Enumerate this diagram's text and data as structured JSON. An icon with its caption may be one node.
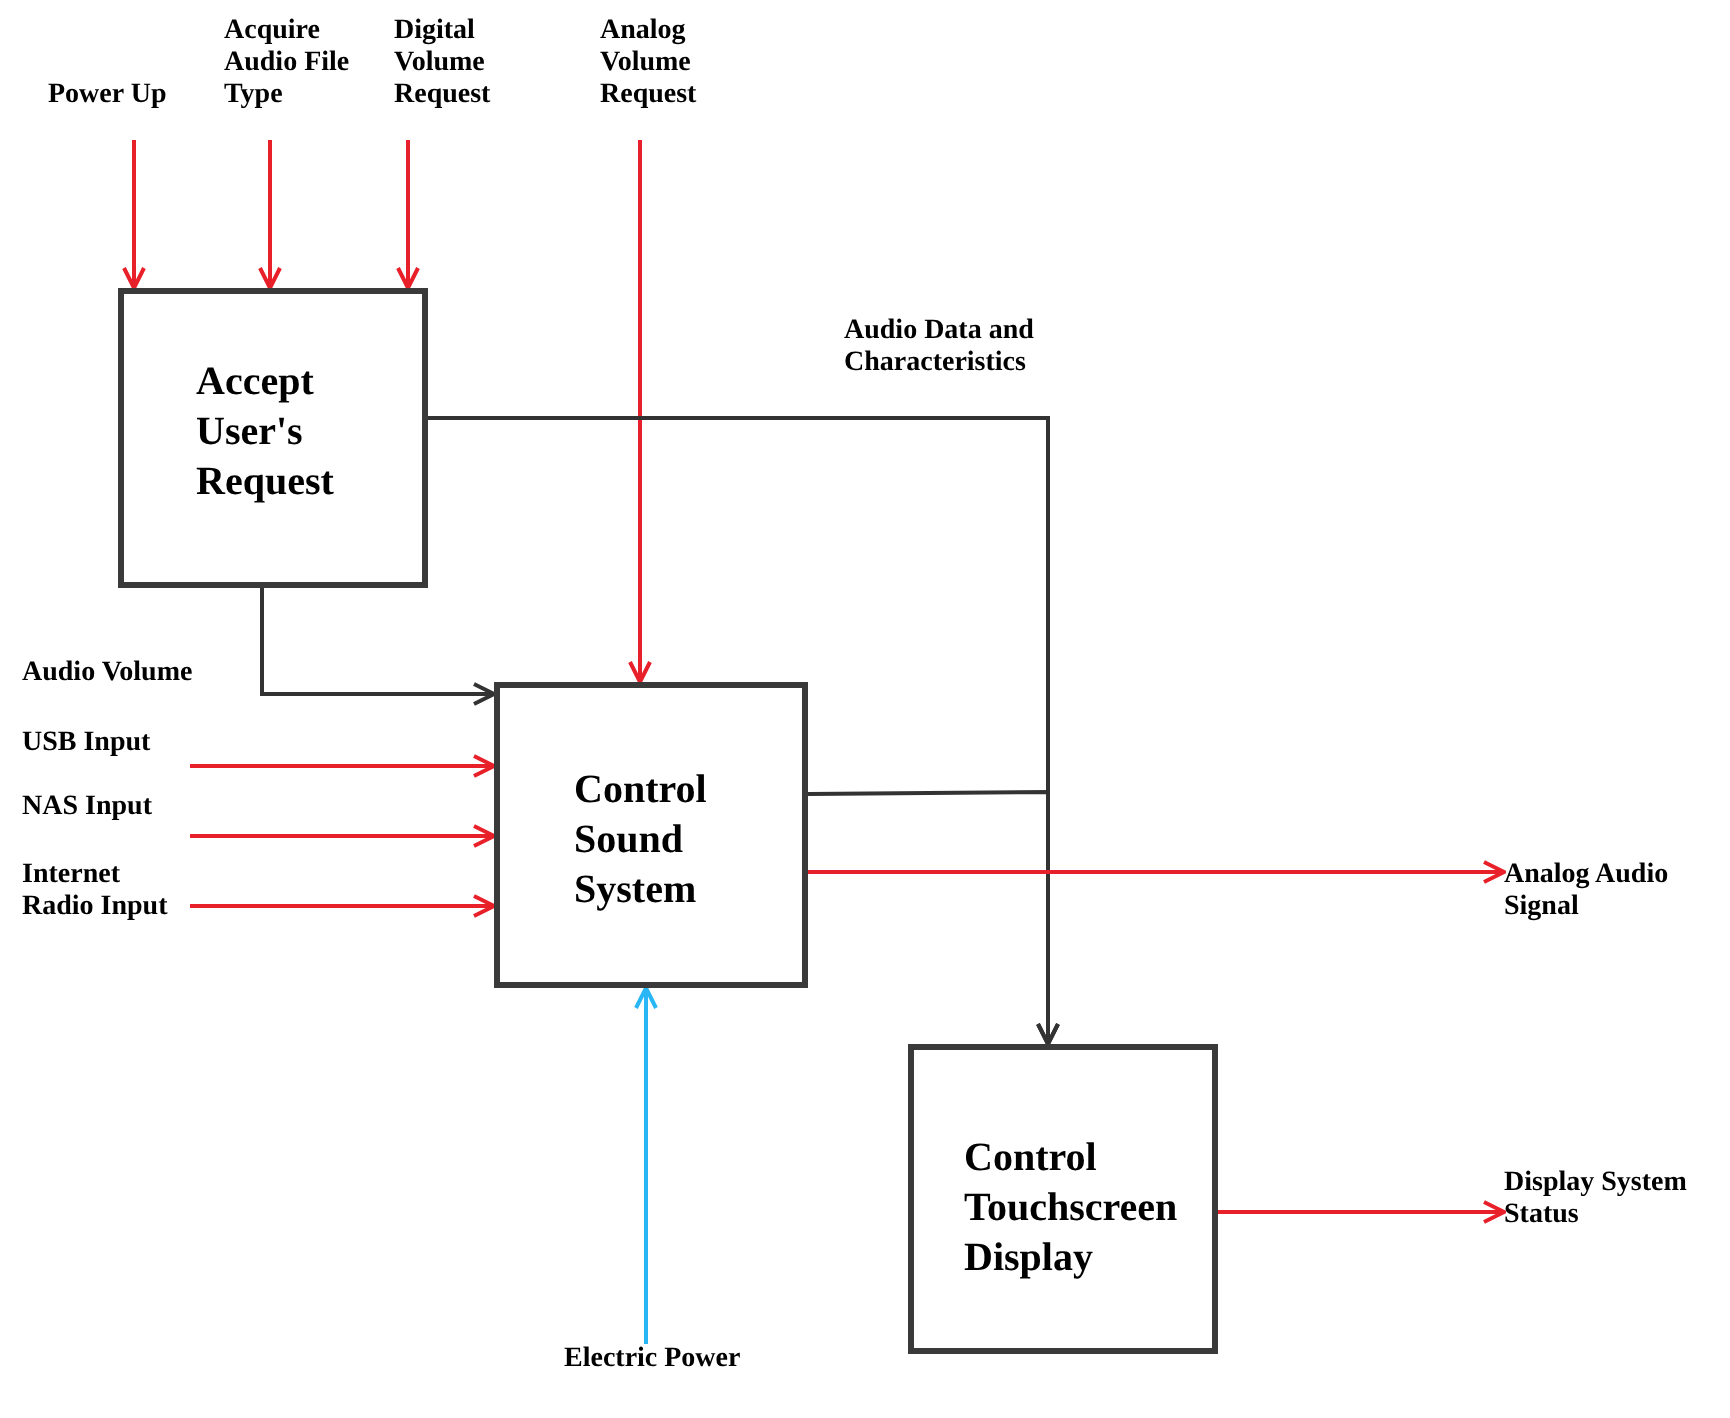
{
  "diagram": {
    "nodes": [
      {
        "text": [
          "Power Up"
        ]
      },
      {
        "text": [
          "Acquire Audio File Type"
        ]
      },
      {
        "text": [
          "Digital Volume Request"
        ]
      },
      {
        "text": [
          "Analog Volume Request"
        ]
      },
      {
        "text": [
          "Accept User's Request"
        ]
      },
      {
        "text": [
          "USB Input"
        ]
      },
      {
        "text": [
          "NAS Input"
        ]
      },
      {
        "text": [
          "Internet Radio Input"
        ]
      },
      {
        "text": [
          "Control Sound System"
        ]
      },
      {
        "text": [
          "Electric Power"
        ]
      },
      {
        "text": [
          "Control Touchscreen Display"
        ]
      },
      {
        "text": [
          "Analog Audio Signal"
        ]
      },
      {
        "text": [
          "Display System Status"
        ]
      }
    ],
    "edges": [
      {
        "from": 0,
        "to": 4,
        "arrow": "to"
      },
      {
        "from": 1,
        "to": 4,
        "arrow": "to"
      },
      {
        "from": 2,
        "to": 4,
        "arrow": "to"
      },
      {
        "from": 3,
        "to": 8,
        "arrow": "to"
      },
      {
        "from": 4,
        "to": 8,
        "arrow": "to",
        "label": "Audio Volume",
        "color": "#333333"
      },
      {
        "from": 5,
        "to": 8,
        "arrow": "to"
      },
      {
        "from": 6,
        "to": 8,
        "arrow": "to"
      },
      {
        "from": 7,
        "to": 8,
        "arrow": "to"
      },
      {
        "from": 9,
        "to": 8,
        "arrow": "to",
        "color": "#29b6f6"
      },
      {
        "from": 4,
        "to": 10,
        "arrow": "to",
        "label": "Audio Data and Characteristics",
        "color": "#333333"
      },
      {
        "from": 8,
        "to": 10,
        "arrow": "to",
        "color": "#333333"
      },
      {
        "from": 8,
        "to": 11,
        "arrow": "to"
      },
      {
        "from": 10,
        "to": 12,
        "arrow": "to"
      }
    ]
  }
}
